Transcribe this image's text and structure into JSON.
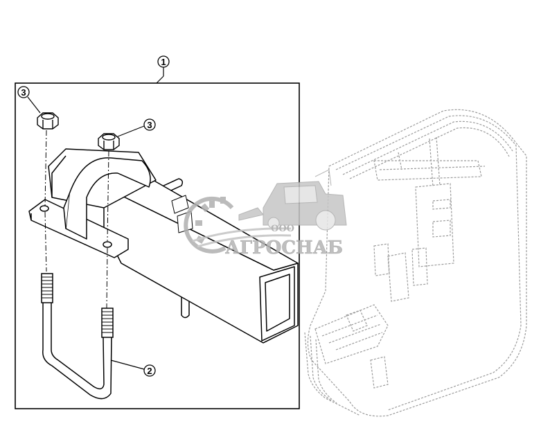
{
  "callouts": {
    "c1": "1",
    "c2": "2",
    "c3a": "3",
    "c3b": "3"
  },
  "watermark": {
    "company_prefix": "ООО",
    "company_name": "АГРОСНАБ"
  },
  "colors": {
    "line": "#000000",
    "ghost": "#9a9a9a",
    "watermark": "#b8b8b8"
  }
}
